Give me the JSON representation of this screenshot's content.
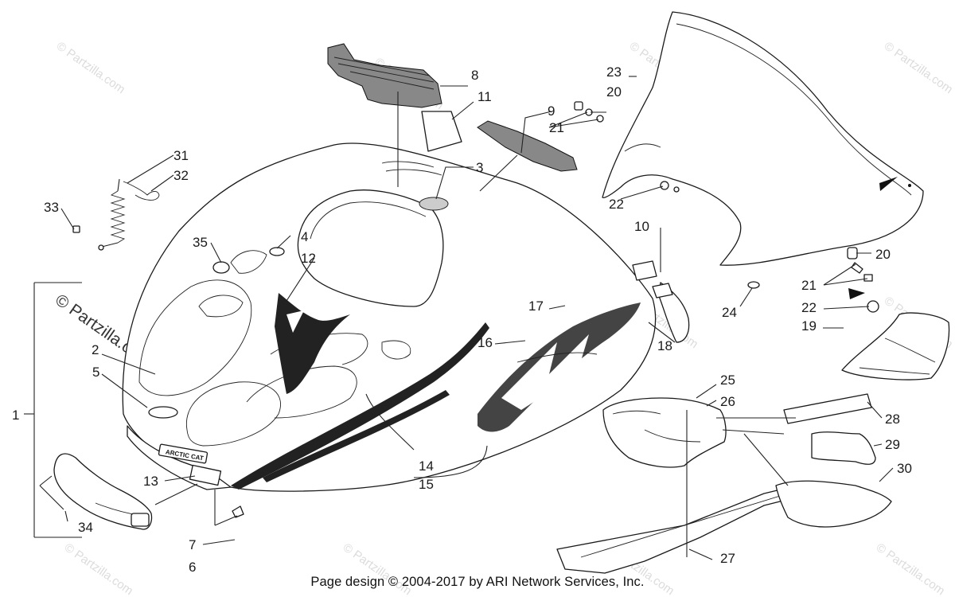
{
  "watermark": {
    "text": "© Partzilla.com",
    "prominent_text": "© Partzilla.com"
  },
  "footer": "Page design © 2004-2017 by ARI Network Services, Inc.",
  "callouts": {
    "1": "1",
    "2": "2",
    "3": "3",
    "4": "4",
    "5": "5",
    "6": "6",
    "7": "7",
    "8": "8",
    "9": "9",
    "10": "10",
    "11": "11",
    "12": "12",
    "13": "13",
    "14": "14",
    "15": "15",
    "16": "16",
    "17": "17",
    "18": "18",
    "19": "19",
    "20a": "20",
    "20b": "20",
    "21a": "21",
    "21b": "21",
    "22a": "22",
    "22b": "22",
    "23": "23",
    "24": "24",
    "25": "25",
    "26": "26",
    "27": "27",
    "28": "28",
    "29": "29",
    "30": "30",
    "31": "31",
    "32": "32",
    "33": "33",
    "34": "34",
    "35": "35"
  },
  "brand_badge": "ARCTIC CAT"
}
